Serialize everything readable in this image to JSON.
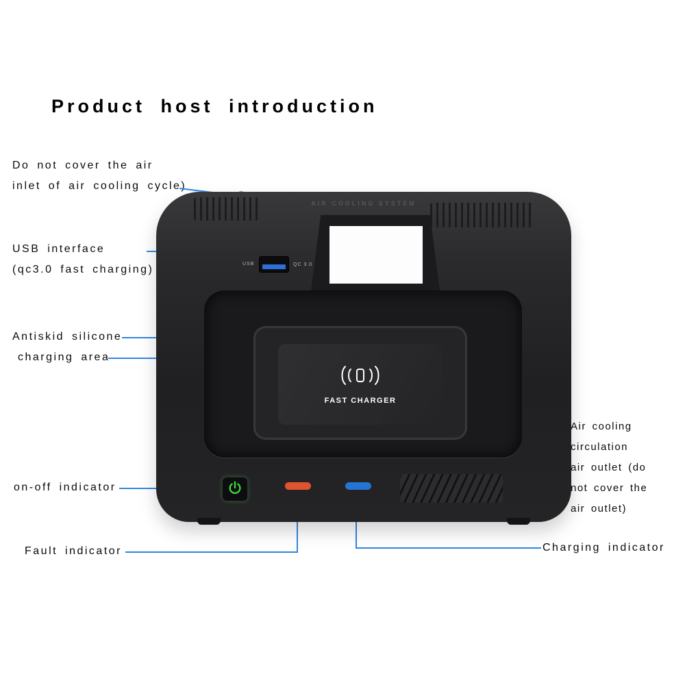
{
  "title": "Product host introduction",
  "callouts": {
    "air_inlet": {
      "line1": "Do not cover the air",
      "line2": "inlet of air cooling cycle)"
    },
    "usb": {
      "line1": "USB interface",
      "line2": "(qc3.0 fast charging)"
    },
    "antiskid": {
      "line1": "Antiskid silicone",
      "line2": "charging area"
    },
    "on_off": {
      "label": "on-off indicator"
    },
    "fault": {
      "label": "Fault indicator"
    },
    "air_outlet": {
      "line1": "Air cooling",
      "line2": "circulation",
      "line3": "air outlet (do",
      "line4": "not cover the",
      "line5": "air outlet)"
    },
    "charging": {
      "label": "Charging indicator"
    }
  },
  "device": {
    "air_cooling_text": "AIR COOLING SYSTEM",
    "usb_port_label": "USB",
    "qc_label": "QC 3.0",
    "fast_charger_label": "FAST CHARGER"
  },
  "colors": {
    "callout_blue": "#2e86e0",
    "fault_orange": "#e0532f",
    "charging_blue": "#2574d4",
    "power_green": "#3fd43f",
    "device_dark": "#242426"
  }
}
